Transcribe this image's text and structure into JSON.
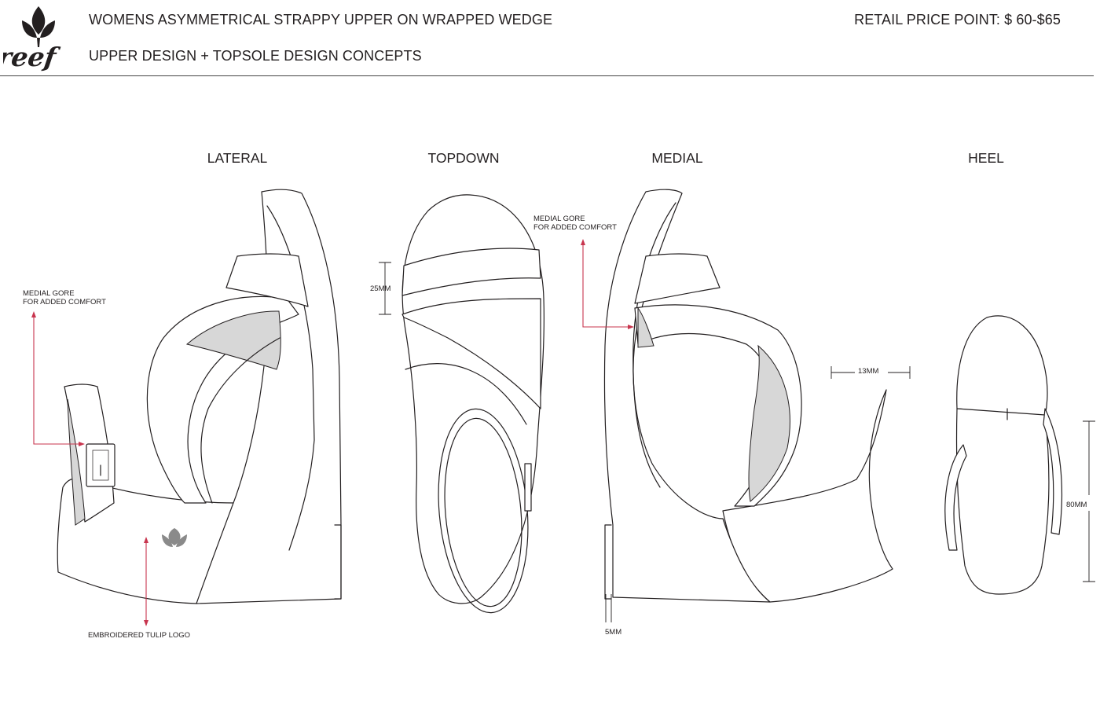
{
  "header": {
    "title": "WOMENS  ASYMMETRICAL STRAPPY UPPER ON WRAPPED WEDGE",
    "subtitle": "UPPER DESIGN + TOPSOLE DESIGN CONCEPTS",
    "price": "RETAIL PRICE POINT: $ 60-$65",
    "logo_text": "reef"
  },
  "views": {
    "lateral": "LATERAL",
    "topdown": "TOPDOWN",
    "medial": "MEDIAL",
    "heel": "HEEL"
  },
  "callouts": {
    "lateral_gore": {
      "line1": "MEDIAL GORE",
      "line2": "FOR ADDED COMFORT"
    },
    "medial_gore": {
      "line1": "MEDIAL GORE",
      "line2": "FOR ADDED COMFORT"
    },
    "logo_note": "EMBROIDERED TULIP LOGO"
  },
  "dimensions": {
    "strap_width": "25MM",
    "heel_offset": "13MM",
    "heel_height": "80MM",
    "platform": "5MM"
  },
  "colors": {
    "line": "#231f20",
    "callout": "#c8354e",
    "fill_gray": "#d7d7d7"
  }
}
